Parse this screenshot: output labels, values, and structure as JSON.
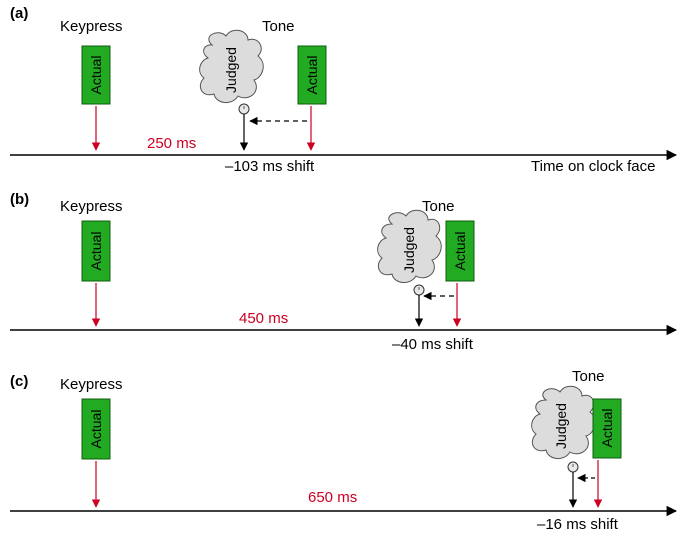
{
  "colors": {
    "actual_box": "#22aa22",
    "cloud": "#dcdcdc",
    "interval_text": "#cc0022",
    "actual_arrow": "#cc0022",
    "axis": "#000000"
  },
  "panels": [
    {
      "letter": "(a)",
      "keypress_label": "Keypress",
      "keypress_box": "Actual",
      "tone_label": "Tone",
      "tone_box": "Actual",
      "judged_label": "Judged",
      "interval": "250 ms",
      "shift": "–103 ms shift",
      "axis_label": "Time on clock face"
    },
    {
      "letter": "(b)",
      "keypress_label": "Keypress",
      "keypress_box": "Actual",
      "tone_label": "Tone",
      "tone_box": "Actual",
      "judged_label": "Judged",
      "interval": "450 ms",
      "shift": "–40 ms shift"
    },
    {
      "letter": "(c)",
      "keypress_label": "Keypress",
      "keypress_box": "Actual",
      "tone_label": "Tone",
      "tone_box": "Actual",
      "judged_label": "Judged",
      "interval": "650 ms",
      "shift": "–16 ms shift"
    }
  ]
}
